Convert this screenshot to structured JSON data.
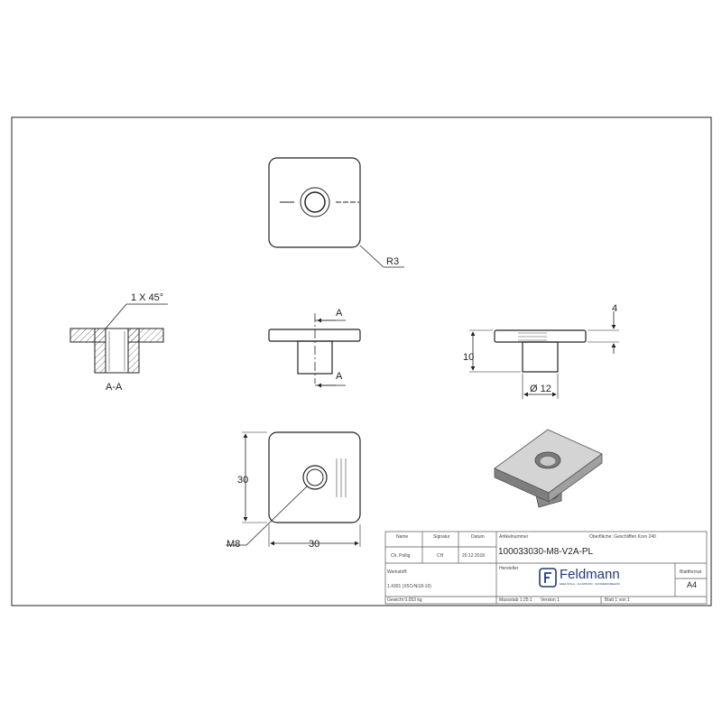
{
  "views": {
    "top": {
      "radius_label": "R3"
    },
    "section": {
      "chamfer_label": "1 X 45°",
      "section_label": "A-A"
    },
    "front": {
      "cut_label_top": "A",
      "cut_label_bottom": "A"
    },
    "side": {
      "dim_flange": "4",
      "dim_height": "10",
      "dim_diameter": "Ø 12"
    },
    "bottom": {
      "dim_height": "30",
      "dim_width": "30",
      "thread_label": "M8"
    }
  },
  "title_block": {
    "header": {
      "name": "Name",
      "signature": "Signatur",
      "date": "Datum"
    },
    "row": {
      "name": "Ch. Pollig",
      "signature": "CH",
      "date": "20.12.2018"
    },
    "article_label": "Artikelnummer",
    "article_number": "100033030-M8-V2A-PL",
    "surface": "Oberfläche:  Geschliffen Korn 240",
    "customer_label": "Hersteller",
    "material_label": "Werkstoff:",
    "material_value": "1.4301 (X5CrNi18-10)",
    "weight": "Gewicht 0.053 kg",
    "scale": "Massstab 1:25:1",
    "version": "Version 1",
    "sheet": "Blatt 1 von 1",
    "format_label": "Blattformat",
    "format_value": "A4",
    "logo": {
      "name": "Feldmann",
      "tagline": "EDELSTAHL · ALUMINIUM · SONDERZUBEHÖR",
      "color": "#1f3a7a"
    }
  }
}
